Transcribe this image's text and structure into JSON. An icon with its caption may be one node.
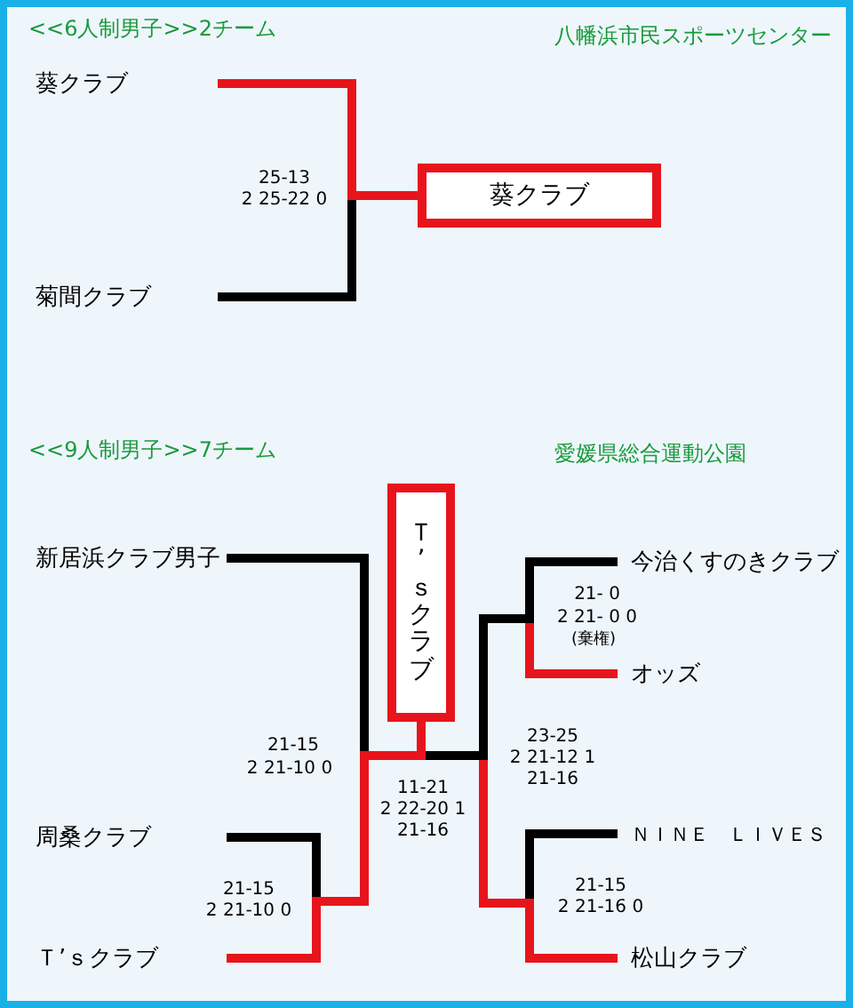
{
  "diagram": {
    "nodes": [
      {
        "text": [
          "葵クラブ"
        ]
      },
      {
        "text": [
          "菊間クラブ"
        ]
      },
      {
        "text": [
          "葵クラブ"
        ]
      },
      {
        "text": [
          "新居浜クラブ男子"
        ]
      },
      {
        "text": [
          "周桑クラブ"
        ]
      },
      {
        "text": [
          "Ｔ’ｓクラブ"
        ]
      },
      {
        "text": [
          "Ｔ’ｓクラブ"
        ]
      },
      {
        "text": [
          "今治くすのきクラブ"
        ]
      },
      {
        "text": [
          "オッズ"
        ]
      },
      {
        "text": [
          "ＮＩＮＥ　ＬＩＶＥＳ"
        ]
      },
      {
        "text": [
          "松山クラブ"
        ]
      }
    ],
    "edges": [
      {
        "from": 1,
        "to": 2,
        "arrow": "none"
      },
      {
        "from": 0,
        "to": 2,
        "arrow": "none",
        "color": "#e8141c"
      },
      {
        "from": 3,
        "to": 6,
        "arrow": "none"
      },
      {
        "from": 4,
        "to": 6,
        "arrow": "none"
      },
      {
        "from": 9,
        "to": 6,
        "arrow": "none"
      },
      {
        "from": 10,
        "to": 6,
        "arrow": "none",
        "color": "#e8141c"
      },
      {
        "from": 8,
        "to": 6,
        "arrow": "none",
        "color": "#e8141c"
      },
      {
        "from": 7,
        "to": 6,
        "arrow": "none"
      },
      {
        "from": 5,
        "to": 6,
        "arrow": "none",
        "color": "#e8141c"
      }
    ],
    "labels": [
      "<<6人制男子>>2チーム",
      "八幡浜市民スポーツセンター",
      "25-13",
      "2 25-22 0",
      "<<9人制男子>>7チーム",
      "愛媛県総合運動公園",
      "21- 0",
      "2 21- 0 0",
      "(棄権)",
      "21-15",
      "2 21-10 0",
      "23-25",
      "2 21-12 1",
      "21-16",
      "11-21",
      "2 22-20 1",
      "21-16",
      "21-15",
      "2 21-10 0",
      "21-15",
      "2 21-16 0"
    ]
  }
}
